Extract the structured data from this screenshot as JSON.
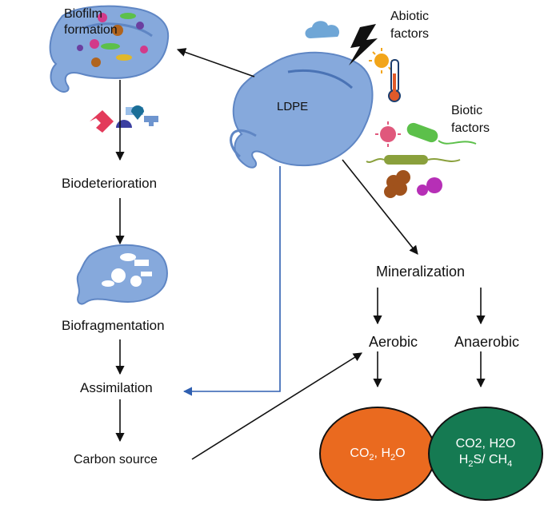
{
  "labels": {
    "biofilm_formation": [
      "Biofilm",
      "formation"
    ],
    "abiotic_factors": [
      "Abiotic",
      "factors"
    ],
    "biotic_factors": [
      "Biotic",
      "factors"
    ],
    "ldpe": "LDPE",
    "biodeterioration": "Biodeterioration",
    "biofragmentation": "Biofragmentation",
    "assimilation": "Assimilation",
    "carbon_source": "Carbon source",
    "mineralization": "Mineralization",
    "aerobic": "Aerobic",
    "anaerobic": "Anaerobic"
  },
  "aerobic_products": {
    "line1_parts": [
      "CO",
      "2",
      ", H",
      "2",
      "O"
    ]
  },
  "anaerobic_products": {
    "line1": "CO2, H2O",
    "line2_parts": [
      "H",
      "2",
      "S/ CH",
      "4"
    ]
  },
  "colors": {
    "aerobic_circle": "#ea6a1f",
    "anaerobic_circle": "#157a52",
    "plastic_blue": "#7ea3d8",
    "plastic_dark": "#4a73b5",
    "blue_arrow": "#2f5fb0"
  }
}
